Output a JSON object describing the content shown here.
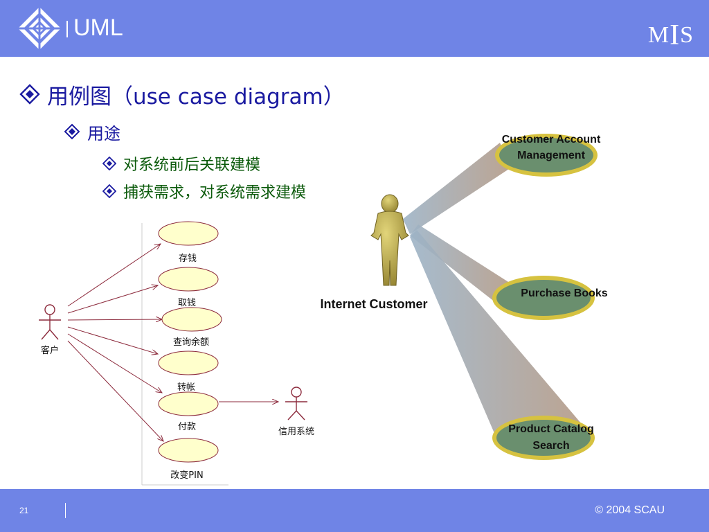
{
  "header": {
    "title": "UML",
    "logo_text": "MIS"
  },
  "content": {
    "bullet1": "用例图（use case diagram）",
    "bullet2": "用途",
    "bullet3a": "对系统前后关联建模",
    "bullet3b": "捕获需求，对系统需求建模"
  },
  "left_diagram": {
    "actor_customer": "客户",
    "actor_credit": "信用系统",
    "use_cases": [
      "存钱",
      "取钱",
      "查询余额",
      "转帐",
      "付款",
      "改变PIN"
    ]
  },
  "right_diagram": {
    "actor": "Internet Customer",
    "use_cases": [
      {
        "line1": "Customer Account",
        "line2": "Management"
      },
      {
        "line1": "Purchase Books",
        "line2": ""
      },
      {
        "line1": "Product Catalog",
        "line2": "Search"
      }
    ]
  },
  "footer": {
    "page_number": "21",
    "copyright": "© 2004 SCAU"
  },
  "colors": {
    "header_bg": "#6f84e6",
    "title_text": "#1a1aa0",
    "sub_text": "#0b5a0b",
    "use_case_fill": "#6a8f6e",
    "use_case_ring": "#d6c240",
    "uml_line": "#8c2a3c"
  }
}
